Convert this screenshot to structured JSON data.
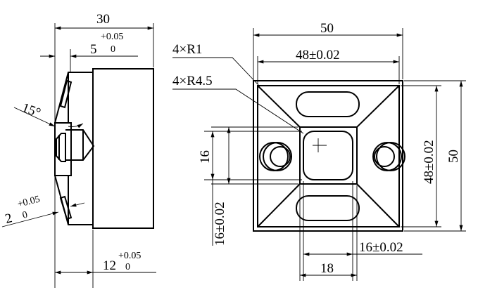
{
  "side_view": {
    "dim_total": "30",
    "dim_flange": {
      "base": "5",
      "upper": "+0.05",
      "lower": "0"
    },
    "dim_angle": "15°",
    "dim_insert": {
      "base": "2",
      "upper": "+0.05",
      "lower": "0"
    },
    "dim_depth": {
      "base": "12",
      "upper": "+0.05",
      "lower": "0"
    }
  },
  "front_view": {
    "dim_width_outer": "50",
    "dim_width_inner": "48±0.02",
    "note_r1": "4×R1",
    "note_r45": "4×R4.5",
    "dim_height_inner": "48±0.02",
    "dim_height_outer": "50",
    "dim_pocket": "16",
    "dim_pocket_tol_v": "16±0.02",
    "dim_pocket_tol_h": "16±0.02",
    "dim_pocket_outer": "18"
  }
}
